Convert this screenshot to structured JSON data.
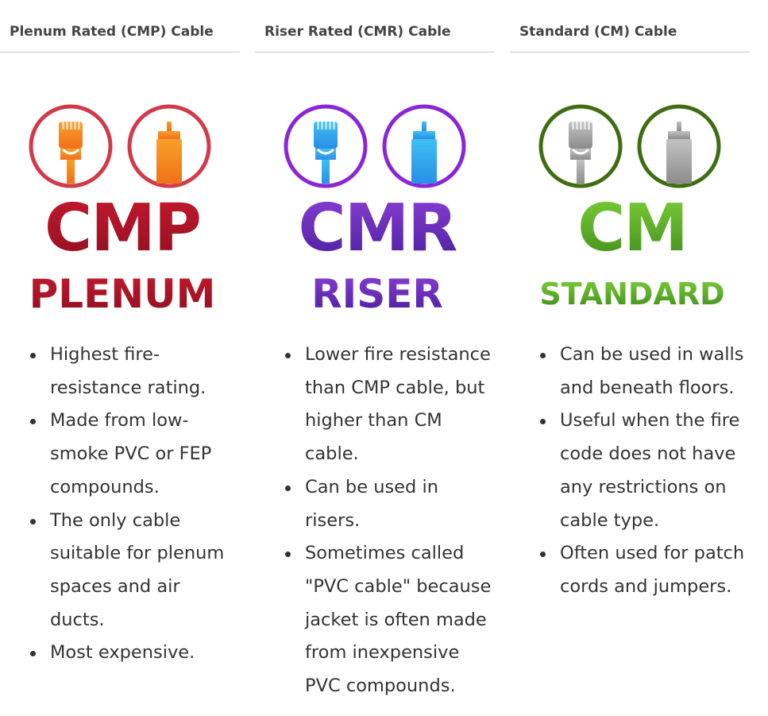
{
  "columns": [
    {
      "header": "Plenum Rated (CMP) Cable",
      "logo": {
        "code": "CMP",
        "label": "PLENUM",
        "ring_color": "#d23a4a",
        "text_color": "#c5192d",
        "text_color_dark": "#8e1020",
        "connector_color": "#f7a028",
        "connector_color_dark": "#f1701a"
      },
      "features": [
        "Highest fire-resistance rating.",
        "Made from low-smoke PVC or FEP compounds.",
        "The only cable suitable for plenum spaces and air ducts.",
        "Most expensive."
      ]
    },
    {
      "header": "Riser Rated (CMR) Cable",
      "logo": {
        "code": "CMR",
        "label": "RISER",
        "ring_color": "#8a26d6",
        "text_color": "#8b3fd4",
        "text_color_dark": "#4a1f9e",
        "connector_color": "#3ec0f2",
        "connector_color_dark": "#2a8ee8"
      },
      "features": [
        "Lower fire resistance than CMP cable, but higher than CM cable.",
        "Can be used in risers.",
        "Sometimes called \"PVC cable\" because jacket is often made from inexpensive PVC compounds."
      ]
    },
    {
      "header": "Standard (CM) Cable",
      "logo": {
        "code": "CM",
        "label": "STANDARD",
        "ring_color": "#3f6e12",
        "text_color": "#7ed03a",
        "text_color_dark": "#3f8a1a",
        "connector_color": "#c2c2c2",
        "connector_color_dark": "#8c8c8c"
      },
      "features": [
        "Can be used in walls and beneath floors.",
        "Useful when the fire code does not have any restrictions on cable type.",
        "Often used for patch cords and jumpers."
      ]
    }
  ]
}
